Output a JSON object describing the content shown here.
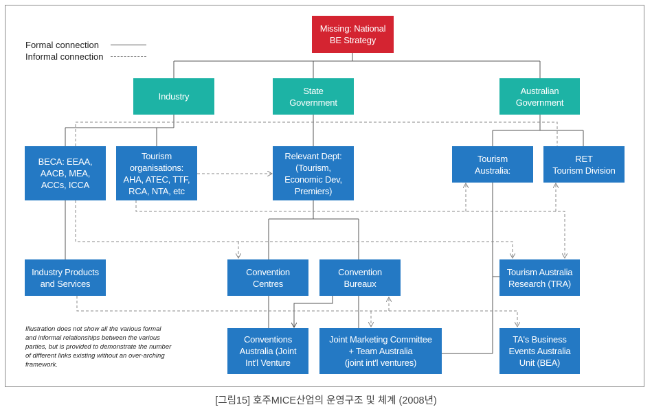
{
  "legend": {
    "formal": "Formal connection",
    "informal": "Informal connection"
  },
  "nodes": {
    "missing_strategy": "Missing: National\nBE Strategy",
    "industry": "Industry",
    "state_government": "State\nGovernment",
    "australian_government": "Australian\nGovernment",
    "beca": "BECA: EEAA,\nAACB, MEA,\nACCs, ICCA",
    "tourism_organisations": "Tourism\norganisations:\nAHA, ATEC, TTF,\nRCA, NTA, etc",
    "relevant_dept": "Relevant Dept:\n(Tourism,\nEconomic Dev,\nPremiers)",
    "tourism_australia": "Tourism\nAustralia:",
    "ret_tourism_division": "RET\nTourism Division",
    "industry_products": "Industry Products\nand Services",
    "convention_centres": "Convention\nCentres",
    "convention_bureaux": "Convention\nBureaux",
    "tourism_australia_research": "Tourism Australia\nResearch (TRA)",
    "conventions_australia": "Conventions\nAustralia (Joint\nInt'l Venture",
    "joint_marketing_committee": "Joint Marketing Committee\n+ Team Australia\n(joint int'l ventures)",
    "ta_business_events": "TA's Business\nEvents Australia\nUnit (BEA)"
  },
  "colors": {
    "node_blue": "#2479c4",
    "node_teal": "#1db3a5",
    "node_red": "#d42431",
    "formal_line": "#555555",
    "informal_line": "#888888"
  },
  "note": "Illustration does not show all the various formal and informal relationships between the various parties, but is provided to demonstrate the number of different links existing without an over-arching framework.",
  "caption": "[그림15] 호주MICE산업의 운영구조 및 체계 (2008년)"
}
